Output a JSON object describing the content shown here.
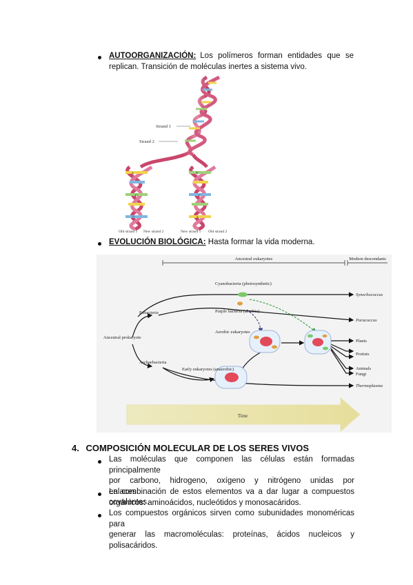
{
  "bullet1": {
    "label": "AUTOORGANIZACIÓN:",
    "text_line1": "Los polímeros forman entidades que se",
    "text_line2": "replican. Transición de moléculas inertes a sistema vivo."
  },
  "dna_figure": {
    "strand1": "Strand 1",
    "strand2": "Strand 2",
    "bottom_labels": [
      "Old strand 1",
      "New strand 2",
      "New strand 1",
      "Old strand 2"
    ],
    "bases": [
      "A",
      "T",
      "G",
      "C"
    ]
  },
  "bullet2": {
    "label": "EVOLUCIÓN BIOLÓGICA:",
    "text": "Hasta formar la vida moderna."
  },
  "evo_figure": {
    "header_ancestral": "Ancestral eukaryotes",
    "header_modern": "Modern descendants",
    "ancestral_prokaryote": "Ancestral prokaryote",
    "eubacteria": "Eubacteria",
    "archaebacteria": "Archaebacteria",
    "cyanobacteria": "Cyanobacteria (photosynthetic)",
    "purple_bacteria": "Purple bacteria (aerobic)",
    "aerobic_eukaryotes": "Aerobic eukaryotes",
    "early_eukaryotes": "Early eukaryotes (anaerobic)",
    "synechococcus": "Synechococcus",
    "paracoccus": "Paracoccus",
    "plants": "Plants",
    "protists": "Protists",
    "animals": "Animals",
    "fungi": "Fungi",
    "thermoplasma": "Thermoplasma",
    "time": "Time"
  },
  "section4": {
    "number": "4.",
    "title": "COMPOSICIÓN MOLECULAR DE LOS SERES VIVOS",
    "bullets": [
      [
        "Las moléculas que componen las células están formadas principalmente",
        "por carbono, hidrogeno, oxígeno y nitrógeno unidas por enlaces",
        "covalentes."
      ],
      [
        "La combinación de estos elementos va a dar lugar a compuestos",
        "orgánicos: aminoácidos, nucleótidos y monosacáridos."
      ],
      [
        "Los compuestos orgánicos sirven como subunidades monoméricas para",
        "generar las macromoléculas: proteínas, ácidos nucleicos y polisacáridos."
      ]
    ]
  }
}
